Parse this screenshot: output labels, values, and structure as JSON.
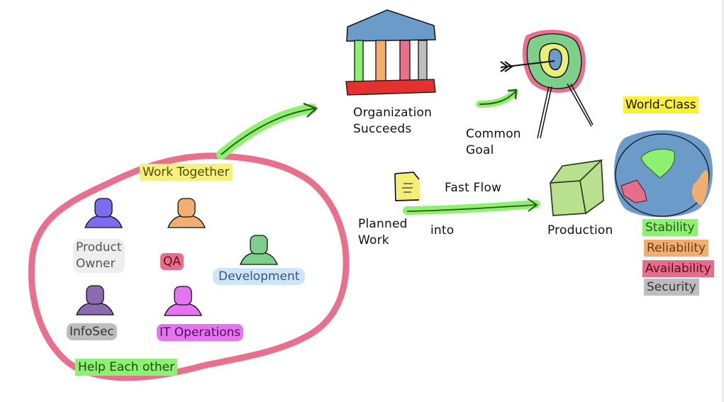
{
  "team": {
    "heading": "Work Together",
    "footer": "Help Each other",
    "members": [
      {
        "label": "Product Owner",
        "line1": "Product",
        "line2": "Owner",
        "color": "#7b6cf0",
        "tag_color": "#eeeeee",
        "text_color": "#555555"
      },
      {
        "label": "QA",
        "color": "#f2ae72",
        "tag_color": "#e66e8a",
        "text_color": "#6b0f1f"
      },
      {
        "label": "Development",
        "color": "#7fcf8c",
        "tag_color": "#cde6fb",
        "text_color": "#3e5571"
      },
      {
        "label": "InfoSec",
        "color": "#8b6bb0",
        "tag_color": "#bdbdbd",
        "text_color": "#333333"
      },
      {
        "label": "IT Operations",
        "color": "#e674f2",
        "tag_color": "#e674f2",
        "text_color": "#4a1452"
      }
    ],
    "ring_color": "#e8708c"
  },
  "flow": {
    "organization": {
      "line1": "Organization",
      "line2": "Succeeds"
    },
    "goal": {
      "line1": "Common",
      "line2": "Goal"
    },
    "planned_work": {
      "line1": "Planned",
      "line2": "Work"
    },
    "fast_flow": "Fast Flow",
    "into": "into",
    "production": "Production",
    "arrow_color": "#8ef070"
  },
  "world_class": {
    "title": "World-Class",
    "qualities": [
      {
        "label": "Stability",
        "color": "#8ef070",
        "text_color": "#245a1a"
      },
      {
        "label": "Reliability",
        "color": "#f2ae72",
        "text_color": "#6a3a10"
      },
      {
        "label": "Availability",
        "color": "#e66e8a",
        "text_color": "#5a0a20"
      },
      {
        "label": "Security",
        "color": "#bdbdbd",
        "text_color": "#333333"
      }
    ]
  }
}
